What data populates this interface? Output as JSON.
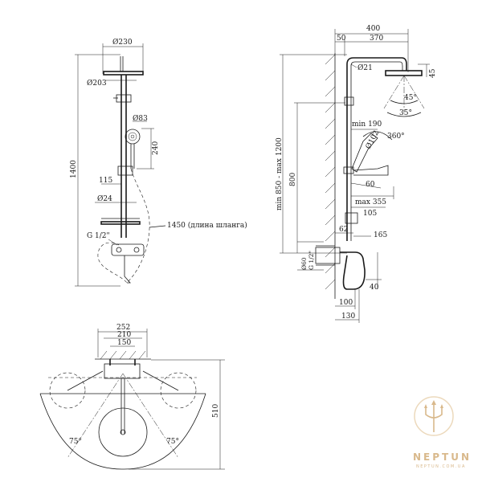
{
  "front_view": {
    "head_diameter": "Ø230",
    "head_inner_diameter": "Ø203",
    "hand_shower_diameter": "Ø83",
    "hand_shower_length": "240",
    "height_total": "1400",
    "holder_offset": "115",
    "pipe_diameter": "Ø24",
    "thread_size": "G 1/2\"",
    "hose_length": "1450 (длина шланга)"
  },
  "side_view": {
    "total_width": "400",
    "wall_offset": "50",
    "arm_length": "370",
    "arm_diameter": "Ø21",
    "head_height": "45",
    "tilt_angle_a": "45°",
    "tilt_angle_b": "35°",
    "height_range": "min 850 - max 1200",
    "holder_height": "800",
    "hand_min": "min 190",
    "hand_diameter": "Ø102",
    "rotation": "360°",
    "hand_depth": "60",
    "spout_max": "max 355",
    "shelf_depth": "105",
    "mixer_offset": "62",
    "mixer_depth": "165",
    "inlet_diameter": "Ø60",
    "inlet_thread": "G 1/2\"",
    "base_height": "40",
    "base_offset": "100",
    "base_depth": "130"
  },
  "top_view": {
    "width_outer": "252",
    "width_mid": "210",
    "width_inner": "150",
    "depth": "510",
    "angle_left": "75°",
    "angle_right": "75°"
  },
  "brand": {
    "name": "NEPTUN",
    "url": "NEPTUN.COM.UA",
    "color": "#d9b98c"
  }
}
